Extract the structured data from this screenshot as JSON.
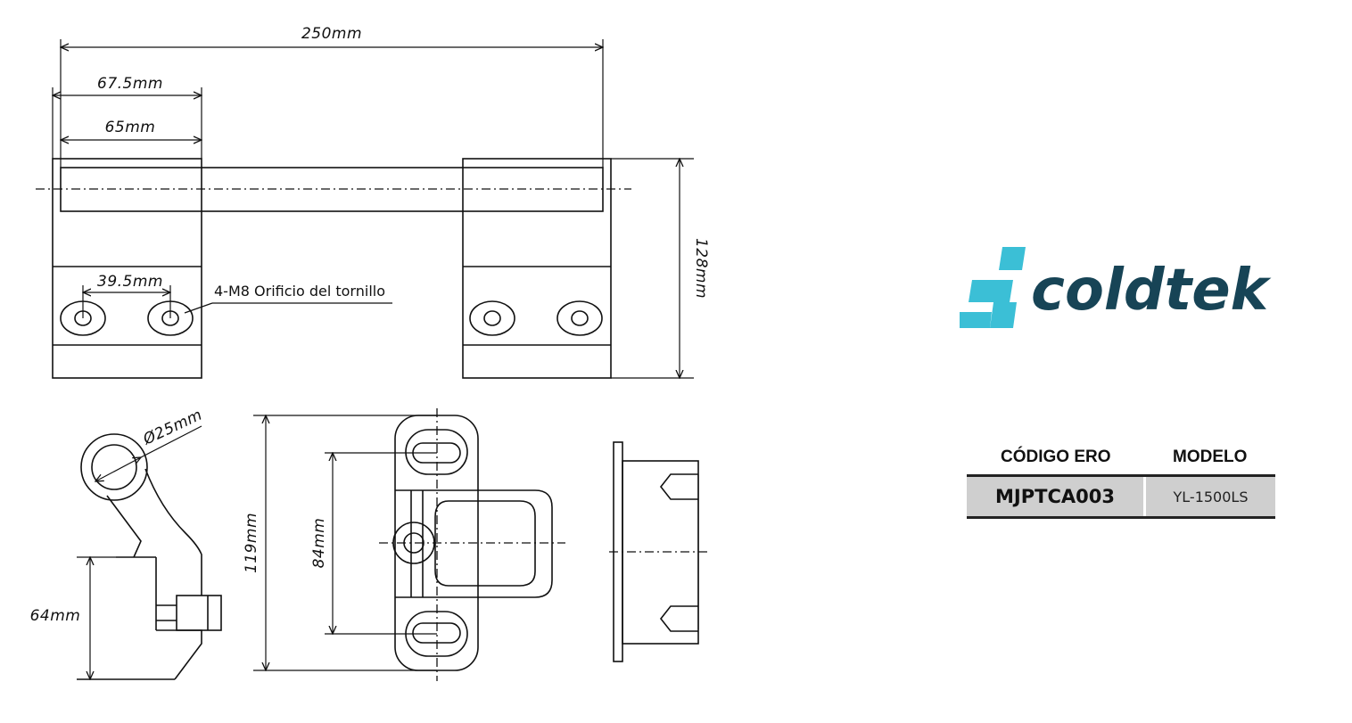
{
  "dimensions": {
    "overall_length": "250mm",
    "outer_bracket_width": "67.5mm",
    "inner_bracket_width": "65mm",
    "hole_spacing": "39.5mm",
    "total_height": "128mm",
    "handle_diameter": "Ø25mm",
    "base_height": "64mm",
    "plate_height": "119mm",
    "slot_spacing": "84mm"
  },
  "note": "4-M8 Orificio del tornillo",
  "brand": {
    "name": "coldtek",
    "mark_color": "#3bbfd6",
    "text_color": "#174456"
  },
  "spec_table": {
    "headers": [
      "CÓDIGO ERO",
      "MODELO"
    ],
    "code": "MJPTCA003",
    "model": "YL-1500LS"
  }
}
